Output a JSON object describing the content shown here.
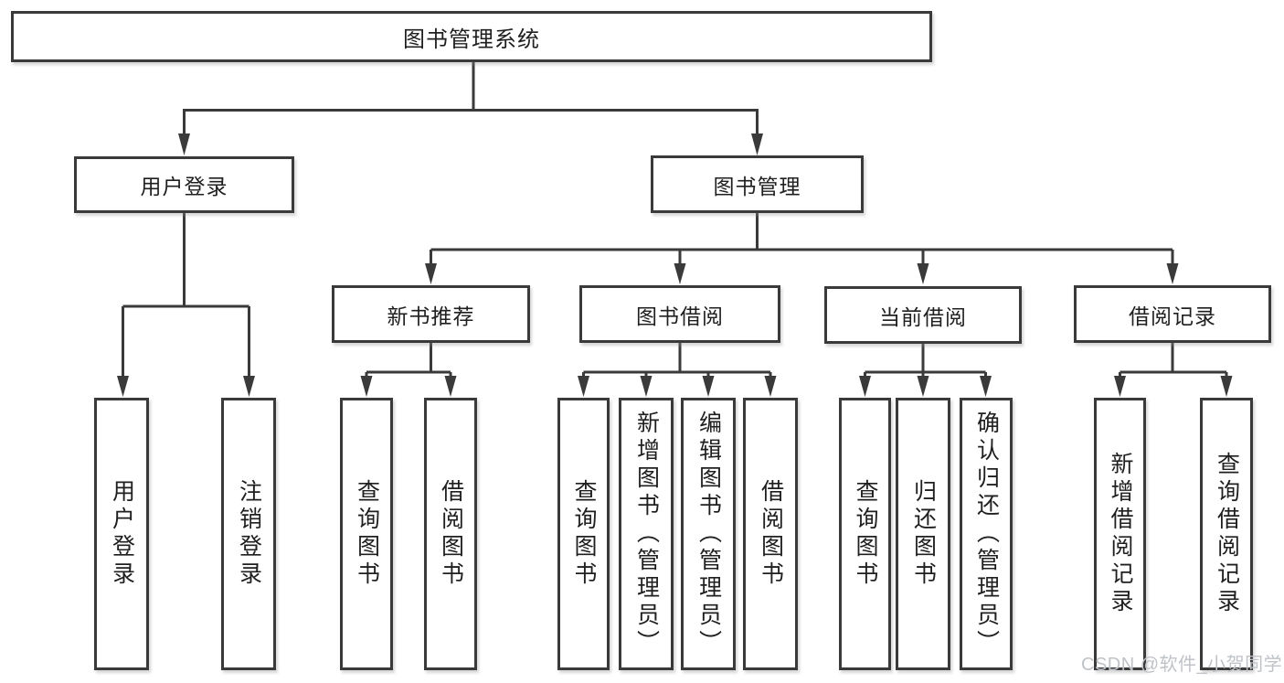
{
  "diagram": {
    "root": {
      "label": "图书管理系统"
    },
    "level1": [
      {
        "label": "用户登录"
      },
      {
        "label": "图书管理"
      }
    ],
    "level2": [
      {
        "label": "新书推荐",
        "parent": "图书管理"
      },
      {
        "label": "图书借阅",
        "parent": "图书管理"
      },
      {
        "label": "当前借阅",
        "parent": "图书管理"
      },
      {
        "label": "借阅记录",
        "parent": "图书管理"
      }
    ],
    "leaves": [
      {
        "label": "用户登录",
        "parent": "用户登录"
      },
      {
        "label": "注销登录",
        "parent": "用户登录"
      },
      {
        "label": "查询图书",
        "parent": "新书推荐"
      },
      {
        "label": "借阅图书",
        "parent": "新书推荐"
      },
      {
        "label": "查询图书",
        "parent": "图书借阅"
      },
      {
        "label": "新增图书（管理员）",
        "parent": "图书借阅"
      },
      {
        "label": "编辑图书（管理员）",
        "parent": "图书借阅"
      },
      {
        "label": "借阅图书",
        "parent": "图书借阅"
      },
      {
        "label": "查询图书",
        "parent": "当前借阅"
      },
      {
        "label": "归还图书",
        "parent": "当前借阅"
      },
      {
        "label": "确认归还（管理员）",
        "parent": "当前借阅"
      },
      {
        "label": "新增借阅记录",
        "parent": "借阅记录"
      },
      {
        "label": "查询借阅记录",
        "parent": "借阅记录"
      }
    ]
  },
  "watermark": {
    "text": "CSDN @软件_小贺同学",
    "color": "#bfc3c8"
  },
  "colors": {
    "line": "#3a3a3a",
    "box_border": "#3a3a3a",
    "box_fill": "#ffffff",
    "text": "#1f1f1f",
    "background": "#ffffff"
  }
}
